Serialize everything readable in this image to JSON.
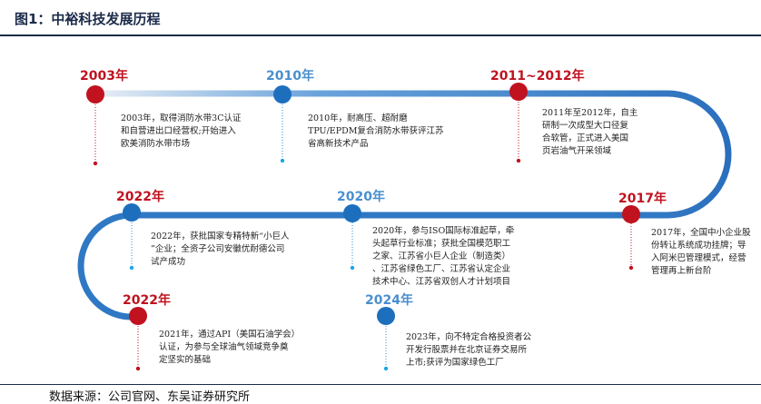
{
  "header": {
    "title": "图1：中裕科技发展历程"
  },
  "footer": {
    "source": "数据来源：公司官网、东吴证券研究所"
  },
  "colors": {
    "red": "#c0121f",
    "blue": "#1d6fbe",
    "light_blue": "#4a8fcf",
    "track": "#2f78c4"
  },
  "milestones": [
    {
      "year": "2003年",
      "color": "red",
      "lines": [
        "2003年，取得消防水带3C认证",
        "和自营进出口经营权;开始进入",
        "欧美消防水带市场"
      ]
    },
    {
      "year": "2010年",
      "color": "blue",
      "lines": [
        "2010年，耐高压、超耐磨",
        "TPU/EPDM复合消防水带获评江苏",
        "省高新技术产品"
      ]
    },
    {
      "year": "2011~2012年",
      "color": "red",
      "lines": [
        "2011年至2012年，自主",
        "研制一次成型大口径复",
        "合软管，正式进入美国",
        "页岩油气开采领域"
      ]
    },
    {
      "year": "2017年",
      "color": "red",
      "lines": [
        "2017年，全国中小企业股",
        "份转让系统成功挂牌；导",
        "入阿米巴管理模式，经营",
        "管理再上新台阶"
      ]
    },
    {
      "year": "2020年",
      "color": "blue",
      "lines": [
        "2020年，参与ISO国际标准起草，牵",
        "头起草行业标准；获批全国模范职工",
        "之家、江苏省小巨人企业（制造类）",
        "、江苏省绿色工厂、江苏省认定企业",
        "技术中心、江苏省双创人才计划项目"
      ]
    },
    {
      "year": "2022年",
      "color": "red",
      "lines": [
        "2022年，获批国家专精特新“小巨人",
        "”企业；全资子公司安徽优耐德公司",
        "试产成功"
      ]
    },
    {
      "year": "2022年",
      "color": "red",
      "lines": [
        "2021年，通过API（美国石油学会）",
        "认证，为参与全球油气领域竞争奠",
        "定坚实的基础"
      ]
    },
    {
      "year": "2024年",
      "color": "blue",
      "lines": [
        "2023年，向不特定合格投资者公",
        "开发行股票并在北京证券交易所",
        "上市;获评为国家绿色工厂"
      ]
    }
  ]
}
